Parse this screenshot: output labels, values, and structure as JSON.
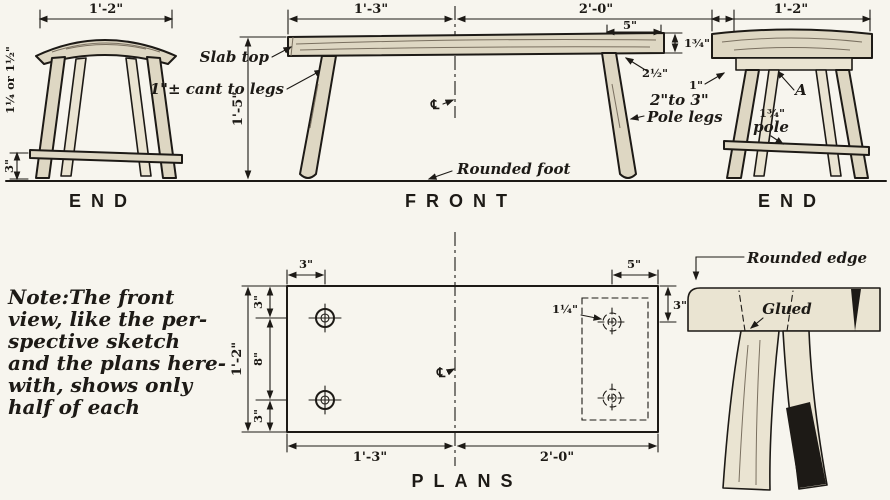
{
  "views": {
    "end_left": {
      "title": "END"
    },
    "front": {
      "title": "FRONT"
    },
    "end_right": {
      "title": "END"
    },
    "plans": {
      "title": "PLANS"
    }
  },
  "labels": {
    "slab_top": "Slab top",
    "cant_to_legs": "1\"± cant to legs",
    "pole_legs_line1": "2\"to 3\"",
    "pole_legs_line2": "Pole legs",
    "rounded_foot": "Rounded foot",
    "centerline_symbol": "℄",
    "a_ref": "A",
    "pole_dim": "1¾\"",
    "pole_word": "pole",
    "rounded_edge": "Rounded edge",
    "glued": "Glued"
  },
  "dims": {
    "end_left_width": "1'-2\"",
    "slab_thickness_range": "1¼ or 1½\"",
    "stretcher_height": "3\"",
    "front_left_span": "1'-3\"",
    "front_right_span": "2'-0\"",
    "bench_height": "1'-5\"",
    "end_overhang": "5\"",
    "slab_edge_thickness": "1¾\"",
    "leg_seat": "2½\"",
    "end_right_width": "1'-2\"",
    "end_right_inset": "1\"",
    "plan_leg_inset": "3\"",
    "plan_end_overhang": "5\"",
    "plan_edge_margin": "3\"",
    "plan_cleat_offset": "1¼\"",
    "plan_side_top": "3\"",
    "plan_side_mid": "8\"",
    "plan_side_bot": "3\"",
    "plan_width": "1'-2\"",
    "plan_bottom_left": "1'-3\"",
    "plan_bottom_right": "2'-0\""
  },
  "note": {
    "line1": "Note:The front",
    "line2": "view, like the per-",
    "line3": "spective sketch",
    "line4": "and the plans here-",
    "line5": "with, shows only",
    "line6": "half of each"
  },
  "colors": {
    "ink": "#1d1a16",
    "paper": "#f7f5ee",
    "wood": "#ded7c3"
  }
}
